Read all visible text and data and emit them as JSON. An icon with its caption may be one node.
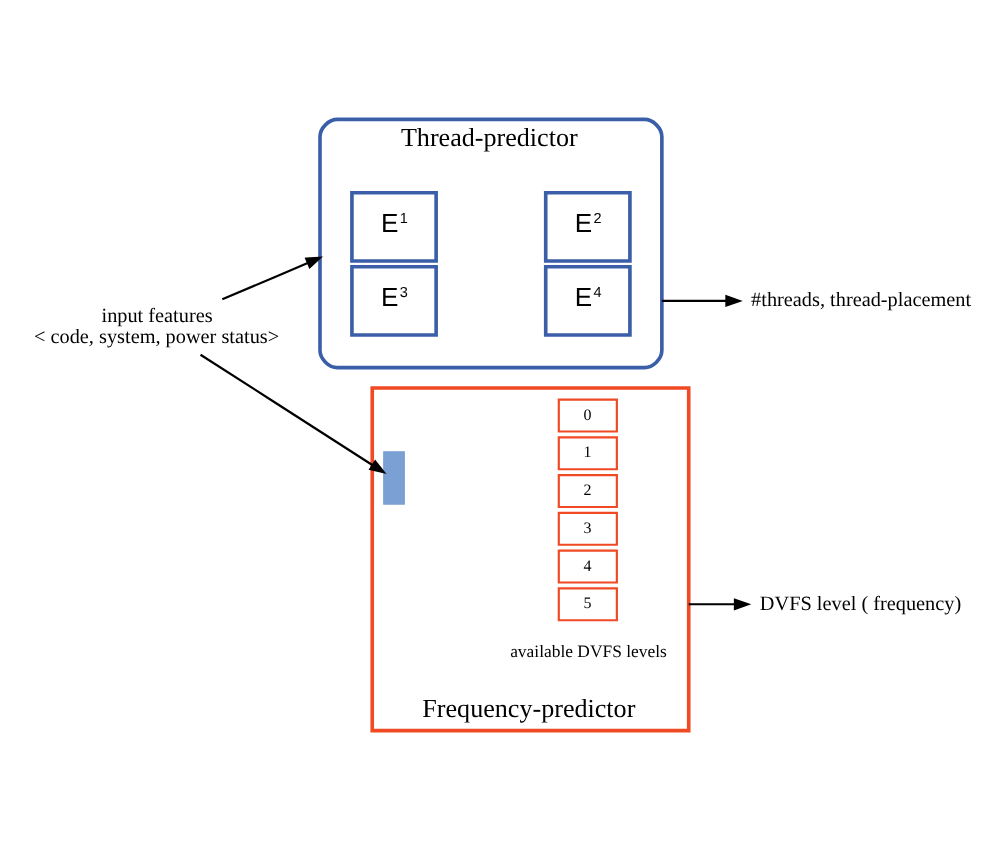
{
  "diagram": {
    "nodes": [
      {
        "text": [
          "input features",
          "< code, system, power status>"
        ]
      },
      {
        "text": [
          "Thread-predictor"
        ]
      },
      {
        "text": [
          "E$^{1}$"
        ],
        "in": 1
      },
      {
        "text": [
          "E$^{2}$"
        ],
        "in": 1
      },
      {
        "text": [
          "E$^{3}$"
        ],
        "in": 1
      },
      {
        "text": [
          "E$^{4}$"
        ],
        "in": 1
      },
      {
        "text": [
          "#threads, thread-placement"
        ]
      },
      {
        "text": [
          "Frequency-predictor"
        ]
      },
      {
        "text": [],
        "shape": "box",
        "in": 7
      },
      {
        "text": [
          "0"
        ],
        "in": 7
      },
      {
        "text": [
          "1"
        ],
        "in": 7
      },
      {
        "text": [
          "2"
        ],
        "in": 7
      },
      {
        "text": [
          "3"
        ],
        "in": 7
      },
      {
        "text": [
          "4"
        ],
        "in": 7
      },
      {
        "text": [
          "5"
        ],
        "in": 7
      },
      {
        "text": [
          "DVFS level ( frequency)"
        ]
      }
    ],
    "edges": [
      {
        "from": 0,
        "to": 1,
        "arrow": "to"
      },
      {
        "from": 0,
        "to": 8,
        "arrow": "to"
      },
      {
        "from": 1,
        "to": 6,
        "arrow": "to"
      },
      {
        "from": 7,
        "to": 15,
        "arrow": "to"
      }
    ],
    "labels": [
      "available DVFS levels"
    ]
  }
}
